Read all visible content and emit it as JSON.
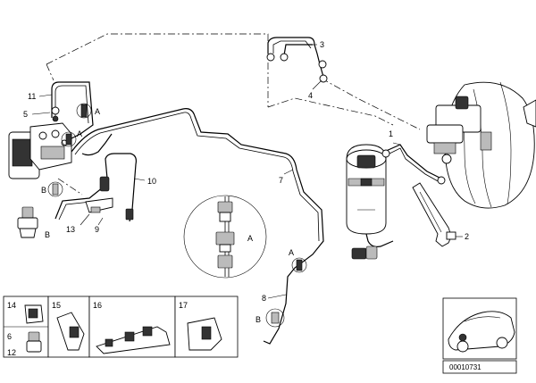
{
  "callouts": {
    "c1": "1",
    "c2": "2",
    "c3": "3",
    "c4": "4",
    "c5": "5",
    "c6": "6",
    "c7": "7",
    "c8": "8",
    "c9": "9",
    "c10": "10",
    "c11": "11",
    "c13": "13"
  },
  "detail_refs": {
    "a1": "A",
    "a2": "A",
    "a_detail": "A",
    "a3": "A",
    "b1": "B",
    "b2": "B",
    "b3": "B"
  },
  "inset_panels": {
    "p14": "14",
    "p15": "15",
    "p16": "16",
    "p17": "17",
    "p6": "6",
    "p12": "12"
  },
  "diagram_id": "00010731"
}
